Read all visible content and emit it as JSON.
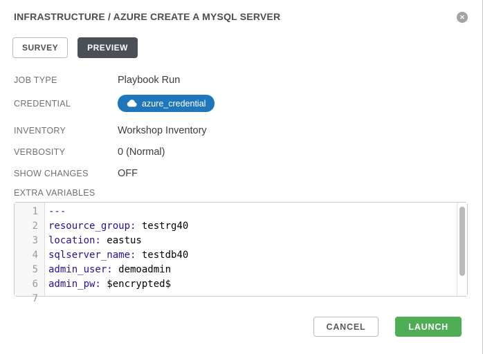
{
  "colors": {
    "badge_blue": "#1f76bb",
    "launch_green": "#4fae55",
    "tab_active_bg": "#4a5055",
    "title_text": "#4d4d4d",
    "label_gray": "#707070",
    "value_dark": "#3c3c3c",
    "border_gray": "#c9c9c9"
  },
  "modal": {
    "title": "INFRASTRUCTURE / AZURE CREATE A MYSQL SERVER",
    "close_glyph": "✕",
    "tabs": [
      {
        "label": "SURVEY",
        "active": false
      },
      {
        "label": "PREVIEW",
        "active": true
      }
    ],
    "fields": [
      {
        "label": "JOB TYPE",
        "value": "Playbook Run"
      },
      {
        "label": "CREDENTIAL",
        "value": "azure_credential"
      },
      {
        "label": "INVENTORY",
        "value": "Workshop Inventory"
      },
      {
        "label": "VERBOSITY",
        "value": "0 (Normal)"
      },
      {
        "label": "SHOW CHANGES",
        "value": "OFF"
      }
    ],
    "extra_variables_label": "EXTRA VARIABLES",
    "editor": {
      "language": "yaml",
      "lines": [
        {
          "num": "1",
          "key": "---",
          "val": ""
        },
        {
          "num": "2",
          "key": "resource_group:",
          "val": " testrg40"
        },
        {
          "num": "3",
          "key": "location:",
          "val": " eastus"
        },
        {
          "num": "4",
          "key": "sqlserver_name:",
          "val": " testdb40"
        },
        {
          "num": "5",
          "key": "admin_user:",
          "val": " demoadmin"
        },
        {
          "num": "6",
          "key": "admin_pw:",
          "val": " $encrypted$"
        },
        {
          "num": "7",
          "key": "",
          "val": ""
        }
      ]
    },
    "footer": {
      "cancel": "CANCEL",
      "launch": "LAUNCH"
    }
  }
}
